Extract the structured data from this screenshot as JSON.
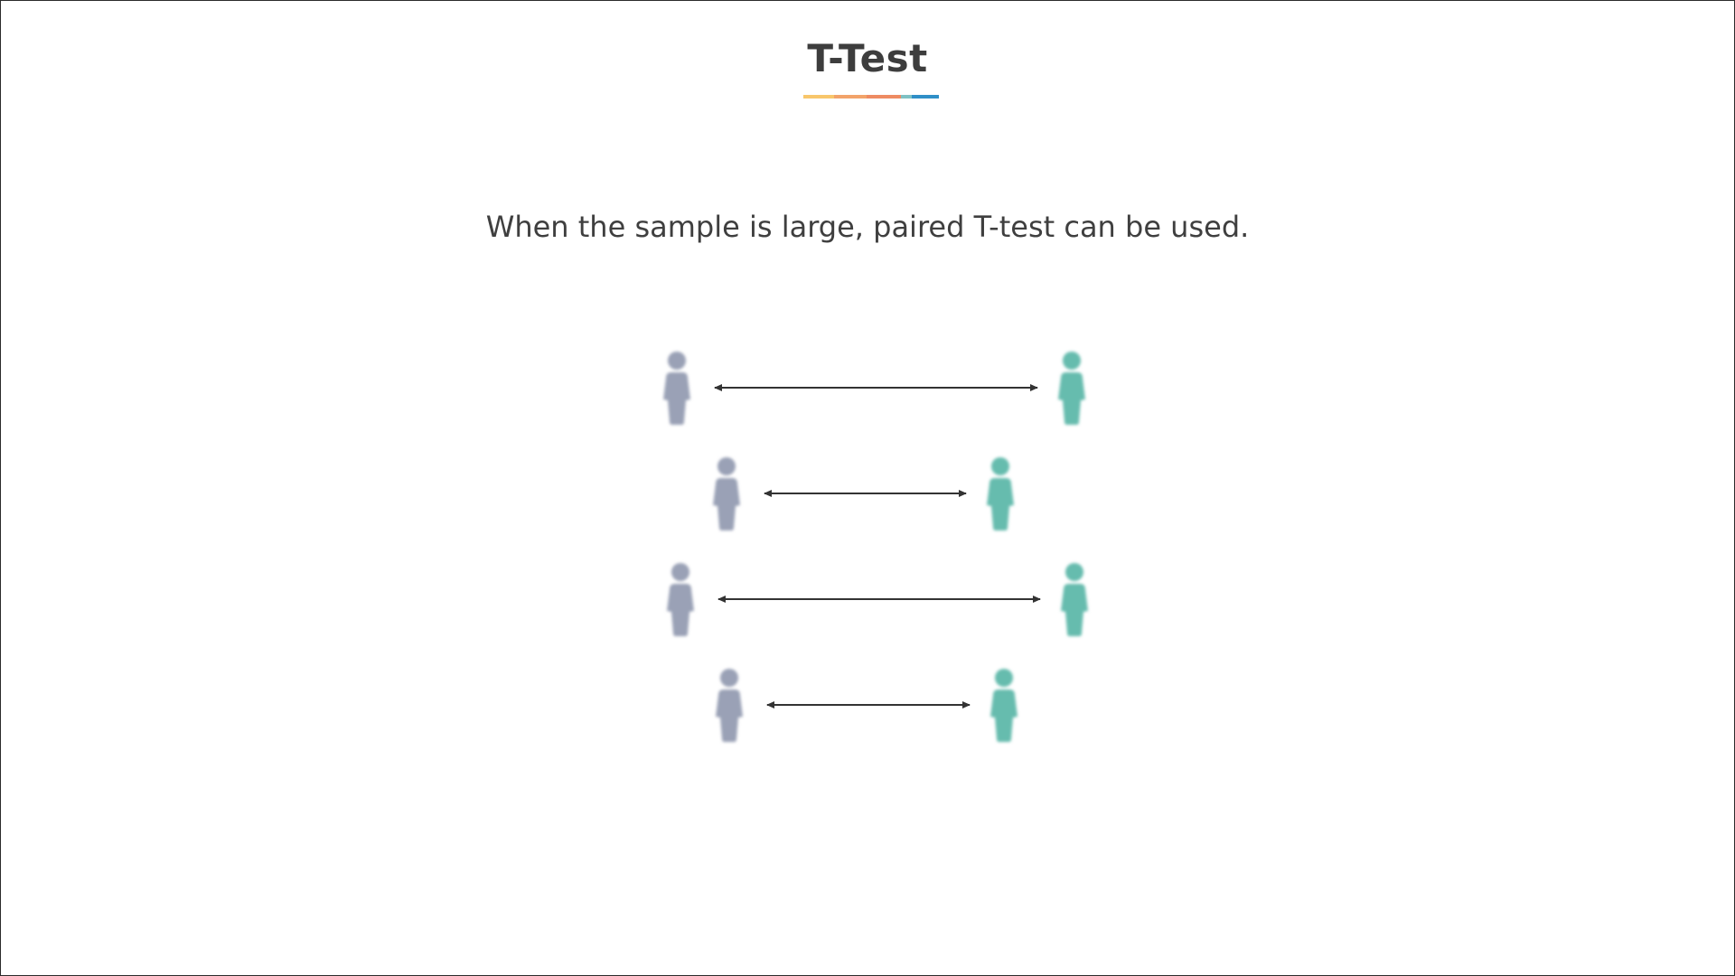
{
  "slide": {
    "title": "T-Test",
    "subtitle": "When the sample is large, paired T-test can be used."
  },
  "colors": {
    "underline": [
      "#f8c66b",
      "#f2a36a",
      "#ee8b62",
      "#7ec1c4",
      "#2f8fc7"
    ],
    "left_person": "#9aa1b6",
    "right_person": "#66bcae",
    "arrow": "#333333"
  },
  "icons": {
    "left": "person-icon",
    "right": "person-icon",
    "connector": "double-arrow-icon"
  },
  "pairs": [
    {
      "group_a": "person",
      "group_b": "person"
    },
    {
      "group_a": "person",
      "group_b": "person"
    },
    {
      "group_a": "person",
      "group_b": "person"
    },
    {
      "group_a": "person",
      "group_b": "person"
    }
  ]
}
